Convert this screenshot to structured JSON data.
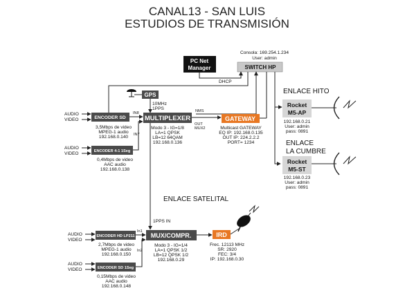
{
  "title": {
    "line1": "CANAL13 - SAN LUIS",
    "line2": "ESTUDIOS DE TRANSMISIÓN"
  },
  "pc_net_manager": {
    "line1": "PC Net",
    "line2": "Manager"
  },
  "dhcp_label": "DHCP",
  "switch": {
    "label": "SWITCH HP",
    "console": "Consola: 169.254.1.234",
    "user": "User: admin"
  },
  "gps_label": "GPS",
  "gps_signals": {
    "freq": "10MHz",
    "pps": "1PPS"
  },
  "encoder_sd": {
    "label": "ENCODER SD",
    "inputs": [
      "AUDIO",
      "VIDEO"
    ],
    "info": [
      "3,5Mbps de video",
      "MPEG-1 audio",
      "192.168.0.140"
    ]
  },
  "encoder_41": {
    "label": "ENCODER 4-1 1Seg",
    "inputs": [
      "AUDIO",
      "VIDEO"
    ],
    "info": [
      "0,4Mbps de video",
      "AAC audio",
      "192.168.0.138"
    ]
  },
  "multiplexer": {
    "label": "MULTIPLEXER",
    "in8": "IN8",
    "in7": "IN7",
    "nms": "NMS",
    "out_mux2": [
      "OUT",
      "MUX2"
    ],
    "info": [
      "Modo 3 - IG=1/8",
      "LA=1 QPSK",
      "LB=12 64QAM",
      "192.168.0.136"
    ]
  },
  "gateway": {
    "label": "GATEWAY",
    "info": [
      "Multicast GATEWAY",
      "EQ IP: 192.168.0.135",
      "OUT IP: 224.2.2.2",
      "PORT= 1234"
    ]
  },
  "enlace_hito": {
    "title": "ENLACE HITO",
    "device_line1": "Rocket",
    "device_line2": "M5-AP",
    "info": [
      "192.168.0.21",
      "User: admin",
      "pass: 0891"
    ]
  },
  "enlace_cumbre": {
    "title_line1": "ENLACE",
    "title_line2": "LA CUMBRE",
    "device_line1": "Rocket",
    "device_line2": "M5-ST",
    "info": [
      "192.168.0.23",
      "User: admin",
      "pass: 0891"
    ]
  },
  "enlace_satelital": "ENLACE SATELITAL",
  "pps_in": "1PPS IN",
  "encoder_hd": {
    "label": "ENCODER HD LP211",
    "inputs": [
      "AUDIO",
      "VIDEO"
    ],
    "info": [
      "2,7Mbps de video",
      "MPEG-1 audio",
      "192.168.0.150"
    ]
  },
  "encoder_sd2": {
    "label": "ENCODER SD 1Seg",
    "inputs": [
      "AUDIO",
      "VIDEO"
    ],
    "info": [
      "0,15Mbps de video",
      "AAC audio",
      "192.168.0.148"
    ]
  },
  "mux_compr": {
    "label": "MUX/COMPR.",
    "in1": "In1",
    "in2": "In2",
    "info": [
      "Modo 3 - IG=1/4",
      "LA=1 QPSK 1/2",
      "LB=12 QPSK 1/2",
      "192.168.0.29"
    ]
  },
  "ird": {
    "label": "IRD",
    "info": [
      "Frec. 12113 MHz",
      "SR: 2920",
      "FEC: 3/4",
      "IP: 192.168.0.30"
    ]
  },
  "colors": {
    "box_dark": "#4a4a4a",
    "box_black": "#111111",
    "switch_bg": "#c8c8c8",
    "rocket_bg": "#d6d6d6",
    "orange": "#e87722",
    "line": "#222222"
  }
}
